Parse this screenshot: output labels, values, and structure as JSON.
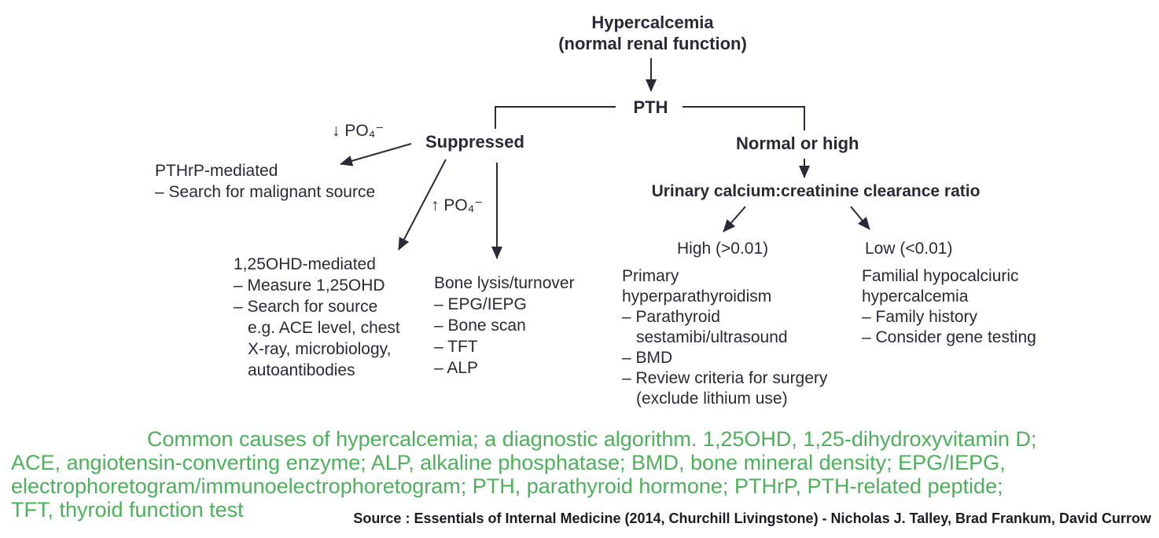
{
  "colors": {
    "ink": "#2b2935",
    "caption_green": "#4db05a",
    "background": "#ffffff"
  },
  "flowchart": {
    "root": {
      "line1": "Hypercalcemia",
      "line2": "(normal renal function)"
    },
    "pth_label": "PTH",
    "suppressed_label": "Suppressed",
    "normal_or_high_label": "Normal or high",
    "po4_down_label": "↓ PO₄⁻",
    "po4_up_label": "↑ PO₄⁻",
    "pthrp": {
      "lines": [
        "PTHrP-mediated",
        "– Search for malignant source"
      ]
    },
    "ohd": {
      "lines": [
        "1,25OHD-mediated",
        "– Measure 1,25OHD",
        "– Search for source",
        "e.g. ACE level, chest",
        "X-ray, microbiology,",
        "autoantibodies"
      ]
    },
    "bone": {
      "lines": [
        "Bone lysis/turnover",
        "– EPG/IEPG",
        "– Bone scan",
        "– TFT",
        "– ALP"
      ]
    },
    "urinary_label": "Urinary calcium:creatinine clearance ratio",
    "high_branch": {
      "label": "High (>0.01)",
      "lines": [
        "Primary",
        "hyperparathyroidism",
        "– Parathyroid",
        "sestamibi/ultrasound",
        "– BMD",
        "– Review criteria for surgery",
        "(exclude lithium use)"
      ]
    },
    "low_branch": {
      "label": "Low (<0.01)",
      "lines": [
        "Familial hypocalciuric",
        "hypercalcemia",
        "– Family history",
        "– Consider gene testing"
      ]
    }
  },
  "caption": {
    "lines": [
      "Common causes of hypercalcemia; a diagnostic algorithm. 1,25OHD, 1,25-dihydroxyvitamin D;",
      "ACE, angiotensin-converting enzyme; ALP, alkaline phosphatase; BMD, bone mineral density; EPG/IEPG,",
      "electrophoretogram/immunoelectrophoretogram; PTH, parathyroid hormone; PTHrP, PTH-related peptide;",
      "TFT, thyroid function test"
    ]
  },
  "source_credit": "Source : Essentials of Internal Medicine (2014, Churchill Livingstone) - Nicholas J. Talley, Brad Frankum, David Currow"
}
